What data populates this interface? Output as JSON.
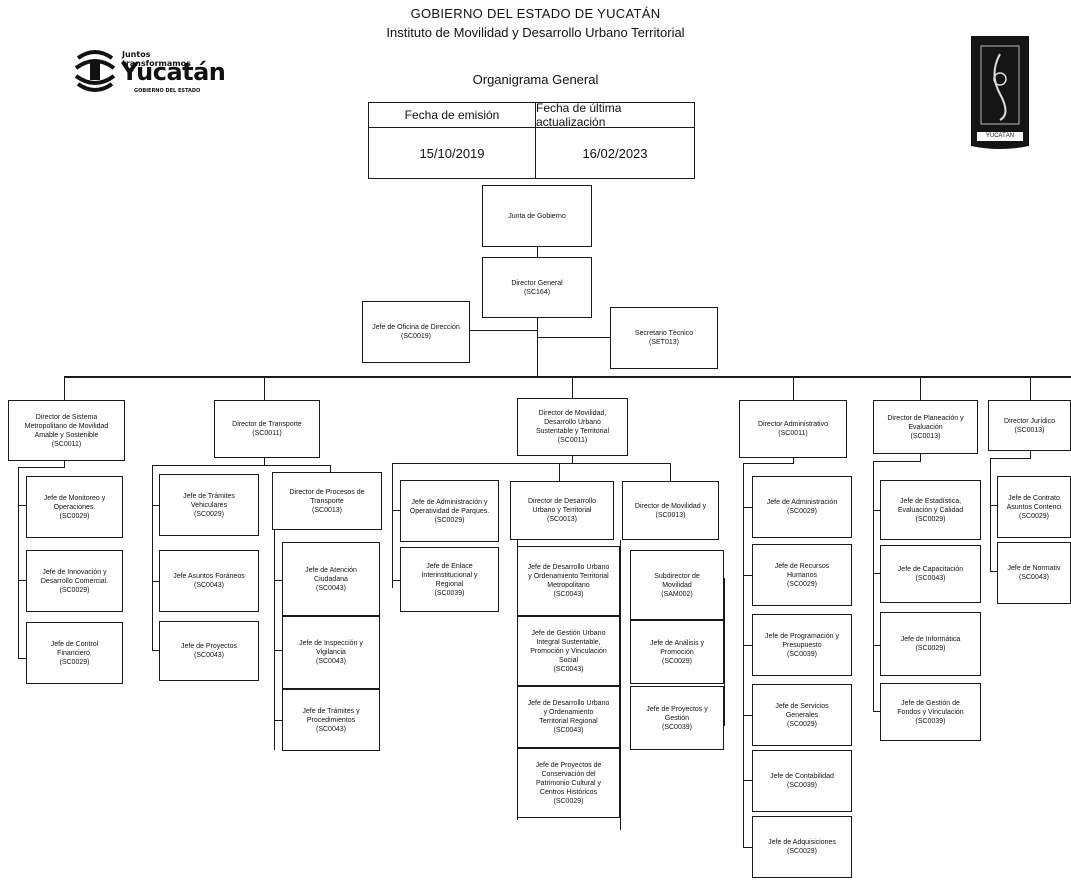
{
  "header": {
    "government": "GOBIERNO DEL ESTADO DE YUCATÁN",
    "institute": "Instituto de Movilidad y Desarrollo Urbano Territorial",
    "chart_title": "Organigrama General"
  },
  "logo_left": {
    "tagline": "Juntos transformamos",
    "name": "Yucatán",
    "sub": "GOBIERNO DEL ESTADO"
  },
  "logo_right": {
    "caption": "YUCATÁN"
  },
  "dates": {
    "emission_label": "Fecha de emisión",
    "update_label": "Fecha de última actualización",
    "emission_value": "15/10/2019",
    "update_value": "16/02/2023"
  },
  "org": {
    "junta": "Junta de Gobierno",
    "director_general": "Director General\n(SC164)",
    "jefe_oficina": "Jefe de Oficina de Dirección\n(SC0019)",
    "secretario": "Secretario Técnico\n(SET013)",
    "dir_sistema": "Director de Sistema\nMetropolitano de Movilidad\nAmable y Sostenible\n(SC0011)",
    "dir_transporte": "Director de Transporte\n(SC0011)",
    "dir_movilidad": "Director de Movilidad,\nDesarrollo Urbano\nSustentable y Territorial\n(SC0011)",
    "dir_admin": "Director Administrativo\n(SC0011)",
    "dir_planeacion": "Director de Planeación y\nEvaluación\n(SC0013)",
    "dir_juridico": "Director Jurídico\n(SC0013)",
    "sis_1": "Jefe de Monitoreo y\nOperaciones.\n(SC0029)",
    "sis_2": "Jefe de Innovación y\nDesarrollo Comercial.\n(SC0029)",
    "sis_3": "Jefe de Control\nFinanciero.\n(SC0029)",
    "tr_1": "Jefe de Trámites\nVehiculares\n(SC0029)",
    "tr_2": "Jefe Asuntos Foráneos\n(SC0043)",
    "tr_3": "Jefe de Proyectos\n(SC0043)",
    "tr_procesos": "Director de Procesos de\nTransporte\n(SC0013)",
    "pr_1": "Jefe de Atención\nCiudadana\n(SC0043)",
    "pr_2": "Jefe de Inspección y\nVigilancia\n(SC0043)",
    "pr_3": "Jefe de Trámites y\nProcedimientos\n(SC0043)",
    "mv_1": "Jefe de Administración y\nOperatividad de Parques.\n(SC0029)",
    "mv_2": "Jefe de Enlace\nInterinstitucional y\nRegional\n(SC0039)",
    "mv_dir_urbano": "Director de Desarrollo\nUrbano y Territorial\n(SC0013)",
    "du_1": "Jefe de Desarrollo Urbano\ny Ordenamiento Territorial\nMetropolitano\n(SC0043)",
    "du_2": "Jefe de Gestión Urbano\nIntegral Sustentable,\nPromoción y Vinculación\nSocial\n(SC0043)",
    "du_3": "Jefe de Desarrollo Urbano\ny Ordenamiento\nTerritorial Regional\n(SC0043)",
    "du_4": "Jefe de Proyectos de\nConservación del\nPatrimonio Cultural y\nCentros Históricos\n(SC0029)",
    "mv_dir_movilidad": "Director de Movilidad y\n(SC0013)",
    "dm_1": "Subdirector de\nMovilidad\n(SAM002)",
    "dm_2": "Jefe de Análisis y\nPromoción\n(SC0029)",
    "dm_3": "Jefe de Proyectos y\nGestión\n(SC0039)",
    "ad_1": "Jefe de Administración\n(SC0029)",
    "ad_2": "Jefe de Recursos\nHumanos\n(SC0029)",
    "ad_3": "Jefe de Programación y\nPresupuesto\n(SC0039)",
    "ad_4": "Jefe de Servicios\nGenerales\n(SC0029)",
    "ad_5": "Jefe de Contabilidad\n(SC0039)",
    "ad_6": "Jefe de Adquisiciones\n(SC0029)",
    "pl_1": "Jefe de Estadística,\nEvaluación y Calidad\n(SC0029)",
    "pl_2": "Jefe de Capacitación\n(SC0043)",
    "pl_3": "Jefe de Informática\n(SC0029)",
    "pl_4": "Jefe de Gestión de\nFondos y Vinculación\n(SC0039)",
    "ju_1": "Jefe de Contrato\nAsuntos Contenci\n(SC0029)",
    "ju_2": "Jefe de Normativ\n(SC0043)"
  }
}
